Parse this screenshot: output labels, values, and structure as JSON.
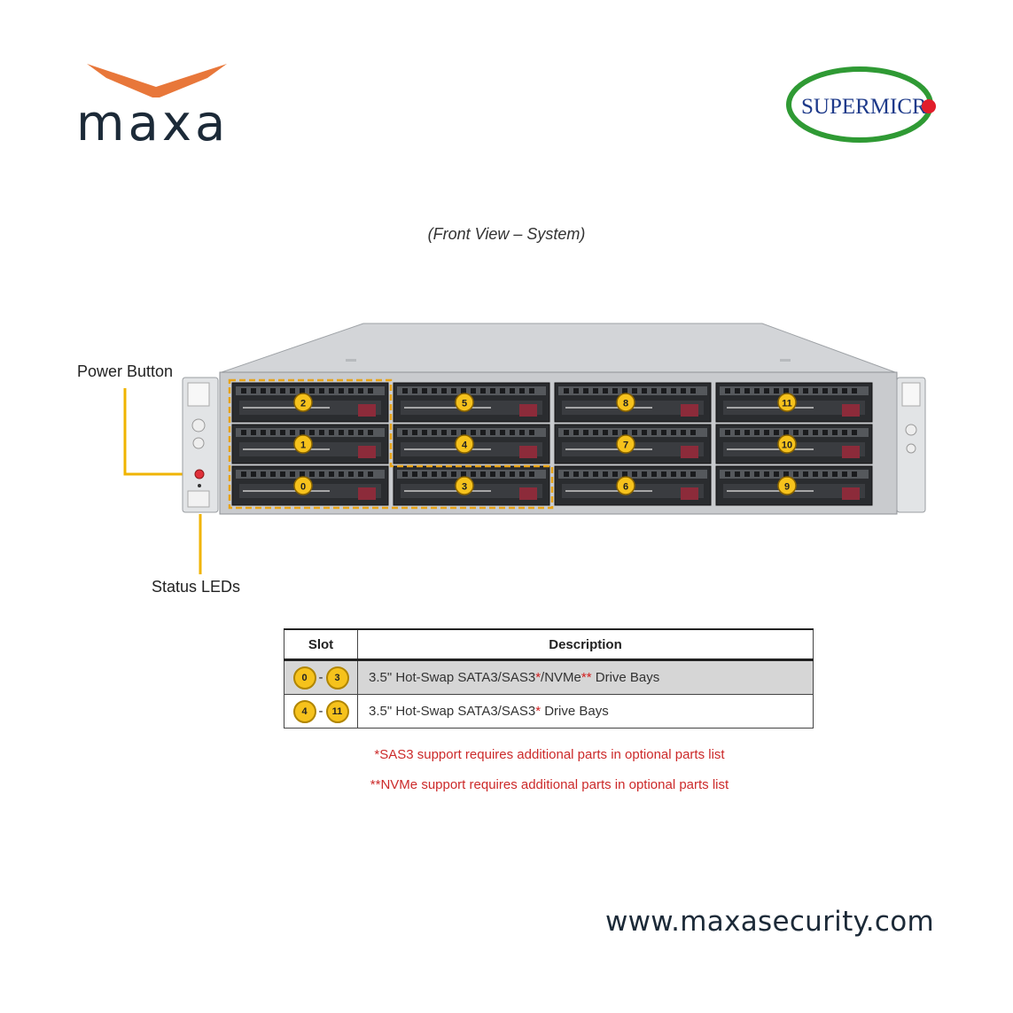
{
  "brand": {
    "wordmark": "maxa",
    "colors": {
      "chevron": "#e8773a",
      "wordmark": "#1c2a38"
    }
  },
  "partner_logo": {
    "text": "SUPERMICR",
    "colors": {
      "ring": "#2f9a34",
      "text": "#1e3a8a",
      "dot": "#e11d2b"
    }
  },
  "figure": {
    "caption": "(Front View – System)",
    "callouts": {
      "power": "Power Button",
      "status": "Status LEDs"
    },
    "bays": [
      {
        "id": "2",
        "col": 0,
        "row": 0
      },
      {
        "id": "1",
        "col": 0,
        "row": 1
      },
      {
        "id": "0",
        "col": 0,
        "row": 2
      },
      {
        "id": "5",
        "col": 1,
        "row": 0
      },
      {
        "id": "4",
        "col": 1,
        "row": 1
      },
      {
        "id": "3",
        "col": 1,
        "row": 2
      },
      {
        "id": "8",
        "col": 2,
        "row": 0
      },
      {
        "id": "7",
        "col": 2,
        "row": 1
      },
      {
        "id": "6",
        "col": 2,
        "row": 2
      },
      {
        "id": "11",
        "col": 3,
        "row": 0
      },
      {
        "id": "10",
        "col": 3,
        "row": 1
      },
      {
        "id": "9",
        "col": 3,
        "row": 2
      }
    ],
    "highlight_color": "#e8a317"
  },
  "table": {
    "headers": {
      "slot": "Slot",
      "description": "Description"
    },
    "rows": [
      {
        "from": "0",
        "to": "3",
        "text": "3.5\" Hot-Swap SATA3/SAS3",
        "mark1": "*",
        "text2": "/NVMe",
        "mark2": "**",
        "text3": " Drive Bays"
      },
      {
        "from": "4",
        "to": "11",
        "text": "3.5\" Hot-Swap SATA3/SAS3",
        "mark1": "*",
        "text2": " Drive Bays"
      }
    ],
    "dash": "-"
  },
  "notes": {
    "sas3": "*SAS3 support requires additional parts in optional parts list",
    "nvme": "**NVMe support requires additional parts in optional parts list"
  },
  "website": "www.maxasecurity.com"
}
